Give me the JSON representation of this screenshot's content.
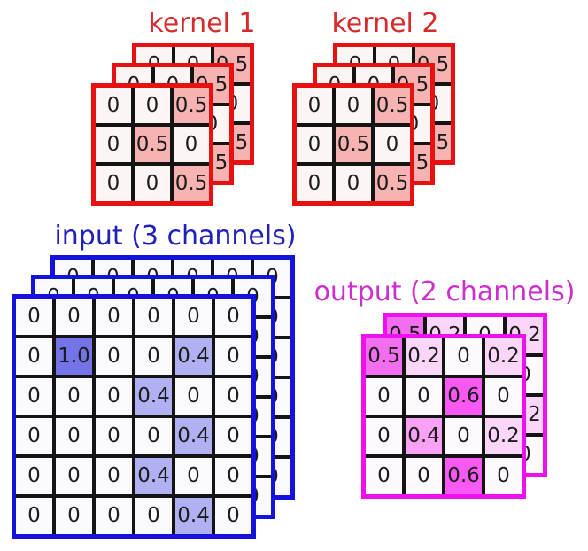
{
  "kernel1": {
    "label": "kernel 1",
    "label_color": "#d62b2b",
    "border_color": "#e81111",
    "grid_line_color": "#141414",
    "text_color": "#1c1c1c",
    "cell_colors": {
      "0": "#fbf6f4",
      "0.5": "#f6b3b2"
    },
    "layers": [
      [
        [
          "0",
          "0",
          "0.5"
        ],
        [
          "0",
          "0.5",
          "0"
        ],
        [
          "0",
          "0",
          "0.5"
        ]
      ],
      [
        [
          "0",
          "0",
          "0.5"
        ],
        [
          "0",
          "0.5",
          "0"
        ],
        [
          "0",
          "0",
          "0.5"
        ]
      ],
      [
        [
          "0",
          "0",
          "0.5"
        ],
        [
          "0",
          "0.5",
          "0"
        ],
        [
          "0",
          "0",
          "0.5"
        ]
      ]
    ]
  },
  "kernel2": {
    "label": "kernel 2",
    "label_color": "#d62b2b",
    "border_color": "#e81111",
    "grid_line_color": "#141414",
    "text_color": "#1c1c1c",
    "cell_colors": {
      "0": "#fbf6f4",
      "0.5": "#f6b3b2"
    },
    "layers": [
      [
        [
          "0",
          "0",
          "0.5"
        ],
        [
          "0",
          "0.5",
          "0"
        ],
        [
          "0",
          "0",
          "0.5"
        ]
      ],
      [
        [
          "0",
          "0",
          "0.5"
        ],
        [
          "0",
          "0.5",
          "0"
        ],
        [
          "0",
          "0",
          "0.5"
        ]
      ],
      [
        [
          "0",
          "0",
          "0.5"
        ],
        [
          "0",
          "0.5",
          "0"
        ],
        [
          "0",
          "0",
          "0.5"
        ]
      ]
    ]
  },
  "input": {
    "label": "input (3 channels)",
    "label_color": "#2020bb",
    "border_color": "#1313dd",
    "grid_line_color": "#141414",
    "text_color": "#1c1c1c",
    "cell_colors": {
      "0": "#fafafe",
      "0.4": "#b0b0f2",
      "1.0": "#7474e8"
    },
    "layers": [
      [
        [
          "0",
          "0",
          "0",
          "0",
          "0",
          "0"
        ],
        [
          "0",
          "0",
          "0",
          "0",
          "0",
          "0"
        ],
        [
          "0",
          "0",
          "0",
          "0",
          "0",
          "0"
        ],
        [
          "0",
          "0",
          "0",
          "0",
          "0",
          "0"
        ],
        [
          "0",
          "0",
          "0",
          "0",
          "0",
          "0"
        ],
        [
          "0",
          "0",
          "0",
          "0",
          "0",
          "0"
        ]
      ],
      [
        [
          "0",
          "0",
          "0",
          "0",
          "0",
          "0"
        ],
        [
          "0",
          "0",
          "0",
          "0",
          "0",
          "0"
        ],
        [
          "0",
          "0",
          "0",
          "0",
          "0",
          "0"
        ],
        [
          "0",
          "0",
          "0",
          "0",
          "0",
          "0"
        ],
        [
          "0",
          "0",
          "0",
          "0",
          "0",
          "0"
        ],
        [
          "0",
          "0",
          "0",
          "0",
          "0",
          "0"
        ]
      ],
      [
        [
          "0",
          "0",
          "0",
          "0",
          "0",
          "0"
        ],
        [
          "0",
          "1.0",
          "0",
          "0",
          "0.4",
          "0"
        ],
        [
          "0",
          "0",
          "0",
          "0.4",
          "0",
          "0"
        ],
        [
          "0",
          "0",
          "0",
          "0",
          "0.4",
          "0"
        ],
        [
          "0",
          "0",
          "0",
          "0.4",
          "0",
          "0"
        ],
        [
          "0",
          "0",
          "0",
          "0",
          "0.4",
          "0"
        ]
      ]
    ]
  },
  "output": {
    "label": "output (2 channels)",
    "label_color": "#cc2fcc",
    "border_color": "#ee11ee",
    "grid_line_color": "#141414",
    "text_color": "#1c1c1c",
    "cell_colors": {
      "0": "#fdf9fd",
      "0.2": "#fbd6f9",
      "0.4": "#f9a1f4",
      "0.5": "#f26eee",
      "0.6": "#f959f3"
    },
    "layers": [
      [
        [
          "0.5",
          "0.2",
          "0",
          "0.2"
        ],
        [
          "0",
          "0",
          "0.6",
          "0"
        ],
        [
          "0",
          "0.4",
          "0",
          "0.2"
        ],
        [
          "0",
          "0",
          "0.6",
          "0"
        ]
      ],
      [
        [
          "0.5",
          "0.2",
          "0",
          "0.2"
        ],
        [
          "0",
          "0",
          "0.6",
          "0"
        ],
        [
          "0",
          "0.4",
          "0",
          "0.2"
        ],
        [
          "0",
          "0",
          "0.6",
          "0"
        ]
      ]
    ]
  }
}
